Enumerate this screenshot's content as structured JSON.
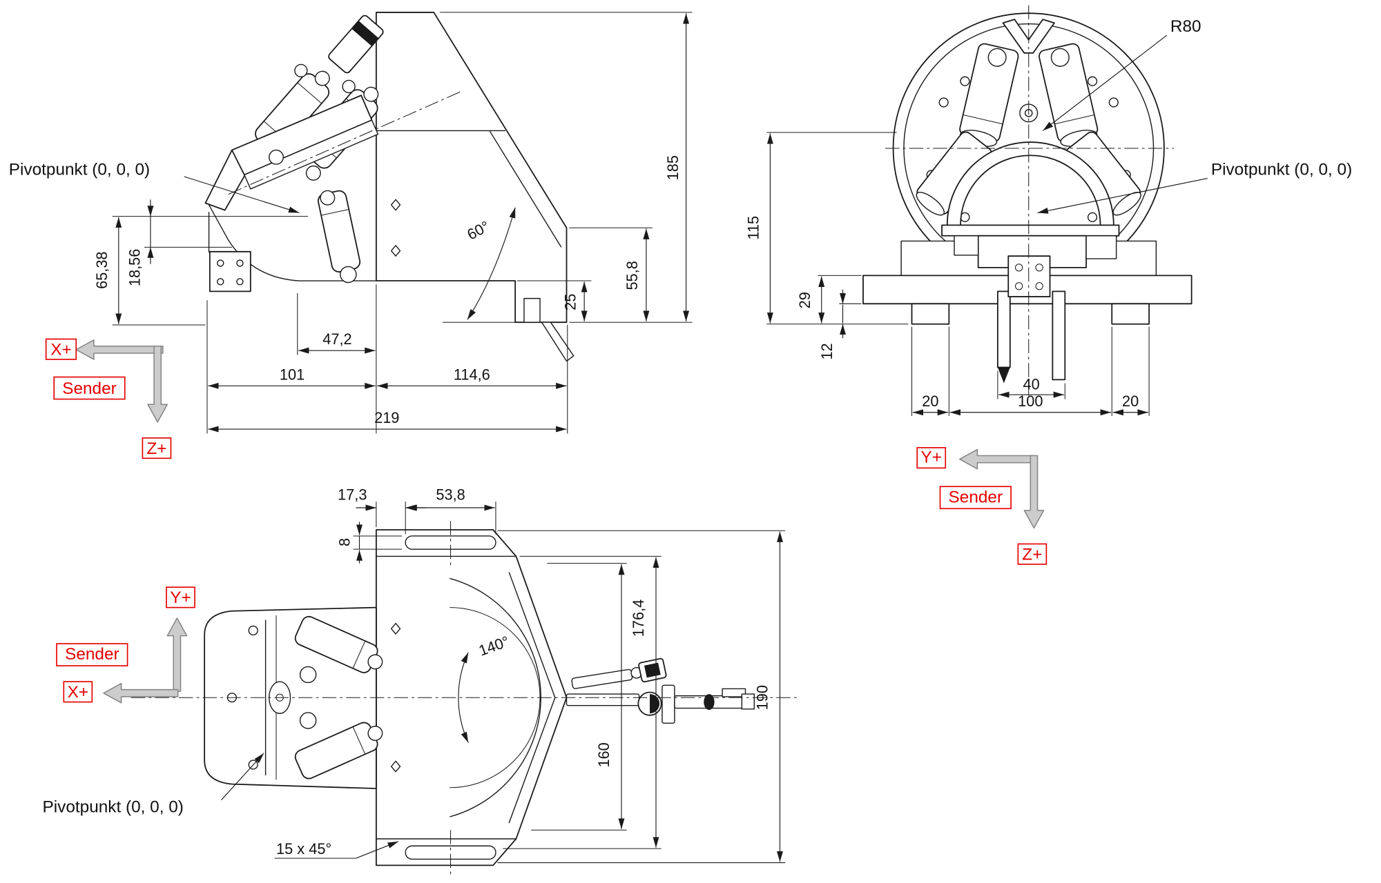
{
  "labels": {
    "pivot": "Pivotpunkt (0, 0, 0)",
    "sender": "Sender",
    "x_plus": "X+",
    "y_plus": "Y+",
    "z_plus": "Z+"
  },
  "side_view": {
    "dims": {
      "h185": "185",
      "h55_8": "55,8",
      "h25": "25",
      "h65_38": "65,38",
      "h18_56": "18,56",
      "a60": "60°",
      "w47_2": "47,2",
      "w101": "101",
      "w114_6": "114,6",
      "w219": "219"
    }
  },
  "front_view": {
    "r80": "R80",
    "dims": {
      "h115": "115",
      "h29": "29",
      "h12": "12",
      "w40": "40",
      "w20_left": "20",
      "w100": "100",
      "w20_right": "20"
    }
  },
  "top_view": {
    "dims": {
      "w17_3": "17,3",
      "w53_8": "53,8",
      "h8": "8",
      "a140": "140°",
      "h176_4": "176,4",
      "h160": "160",
      "h190": "190",
      "chamfer": "15 x 45°"
    }
  }
}
